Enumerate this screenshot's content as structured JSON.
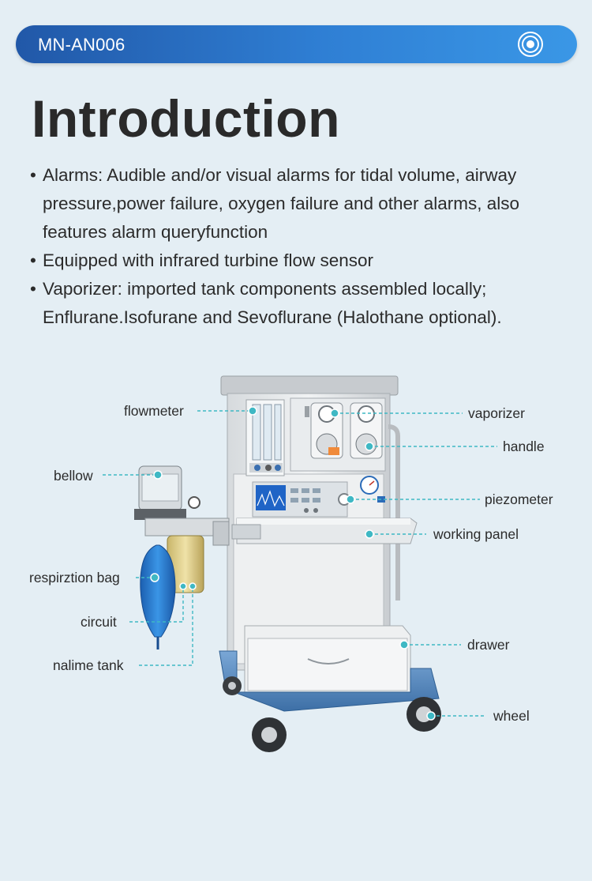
{
  "header": {
    "title": "MN-AN006"
  },
  "page_title": "Introduction",
  "bullets": [
    "Alarms: Audible and/or visual alarms for tidal volume, airway pressure,power failure, oxygen failure and other alarms, also features alarm queryfunction",
    "Equipped with infrared turbine flow sensor",
    "Vaporizer: imported tank components assembled locally; Enflurane.Isofurane and Sevoflurane (Halothane optional)."
  ],
  "labels": {
    "flowmeter": "flowmeter",
    "vaporizer": "vaporizer",
    "handle": "handle",
    "bellow": "bellow",
    "piezometer": "piezometer",
    "working_panel": "working panel",
    "respiration_bag": "respirztion bag",
    "circuit": "circuit",
    "nalime_tank": "nalime tank",
    "drawer": "drawer",
    "wheel": "wheel"
  },
  "colors": {
    "background": "#e4eef4",
    "header_gradient_start": "#2158a8",
    "header_gradient_end": "#3a97e6",
    "leader_line": "#3fb8c4",
    "machine_base": "#5b8ec2",
    "bag": "#2a7fd0"
  },
  "icons": {
    "header": "target-ring-icon"
  }
}
